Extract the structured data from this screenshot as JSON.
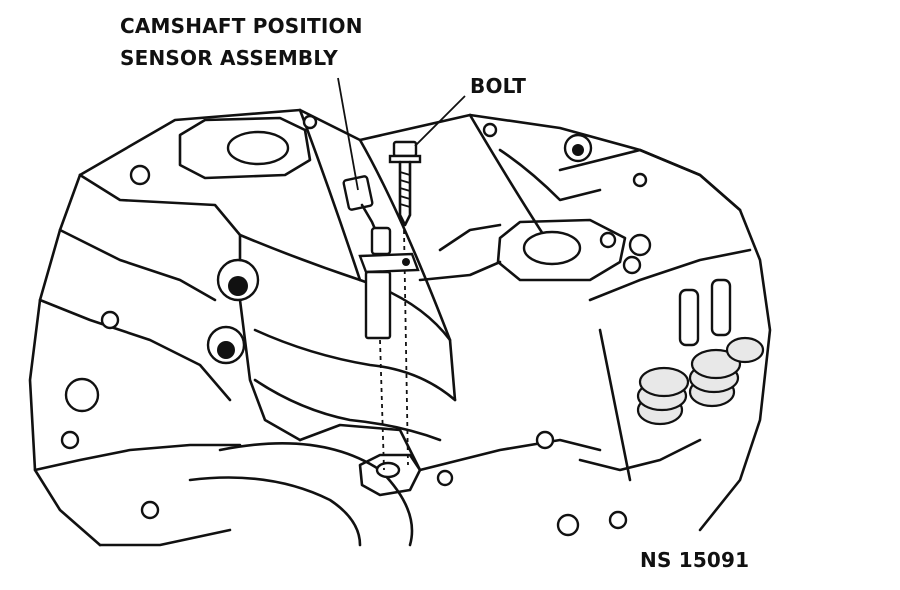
{
  "labels": {
    "sensor_line1": "CAMSHAFT POSITION",
    "sensor_line2": "SENSOR ASSEMBLY",
    "bolt": "BOLT",
    "figure_code": "NS 15091"
  }
}
